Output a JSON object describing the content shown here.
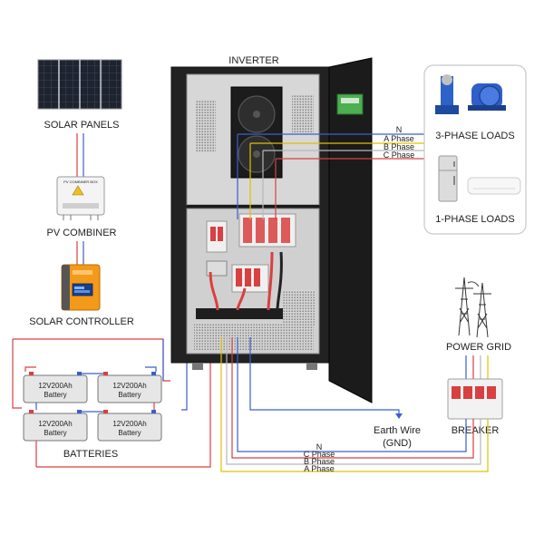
{
  "labels": {
    "inverter": "INVERTER",
    "solar_panels": "SOLAR PANELS",
    "pv_combiner": "PV COMBINER",
    "solar_controller": "SOLAR CONTROLLER",
    "batteries": "BATTERIES",
    "three_phase_loads": "3-PHASE LOADS",
    "one_phase_loads": "1-PHASE LOADS",
    "power_grid": "POWER GRID",
    "breaker": "BREAKER",
    "earth_wire": "Earth Wire",
    "gnd": "(GND)"
  },
  "load_wires": {
    "n": "N",
    "a": "A Phase",
    "b": "B Phase",
    "c": "C Phase"
  },
  "grid_wires": {
    "n": "N",
    "c": "C Phase",
    "b": "B Phase",
    "a": "A Phase"
  },
  "batteries": [
    {
      "line1": "12V200Ah",
      "line2": "Battery"
    },
    {
      "line1": "12V200Ah",
      "line2": "Battery"
    },
    {
      "line1": "12V200Ah",
      "line2": "Battery"
    },
    {
      "line1": "12V200Ah",
      "line2": "Battery"
    }
  ],
  "combiner_caption": "PV COMBINER BOX",
  "colors": {
    "neutral": "#3a5fcd",
    "a_phase": "#e0c000",
    "b_phase": "#b8b8b8",
    "c_phase": "#d94040",
    "dc_positive": "#d94040",
    "dc_negative": "#3a5fcd",
    "cabinet": "#222222",
    "controller_orange": "#f39a1a"
  }
}
